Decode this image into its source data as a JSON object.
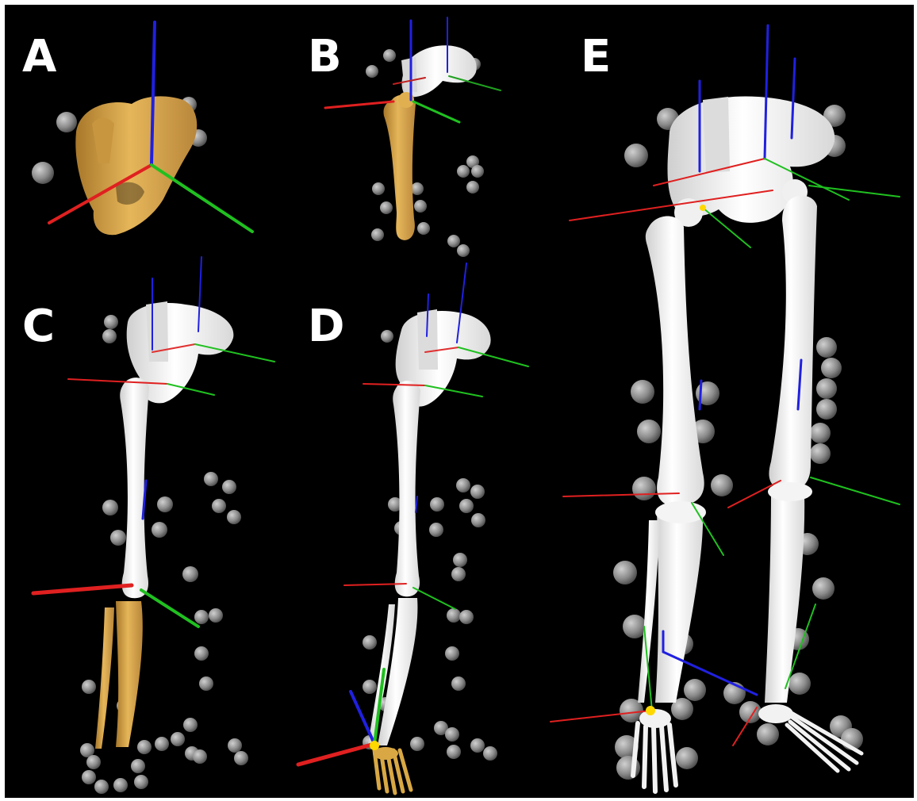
{
  "panels": [
    {
      "label": "A"
    },
    {
      "label": "B"
    },
    {
      "label": "C"
    },
    {
      "label": "D"
    },
    {
      "label": "E"
    }
  ],
  "colors": {
    "background": "#000000",
    "segment_model_highlight": "#d9a844",
    "bone": "#f2f2f2",
    "marker": "#8f8f8f",
    "axis_x": "#e02020",
    "axis_y": "#20c020",
    "axis_z": "#2020e0",
    "joint_center": "#ffd800"
  }
}
